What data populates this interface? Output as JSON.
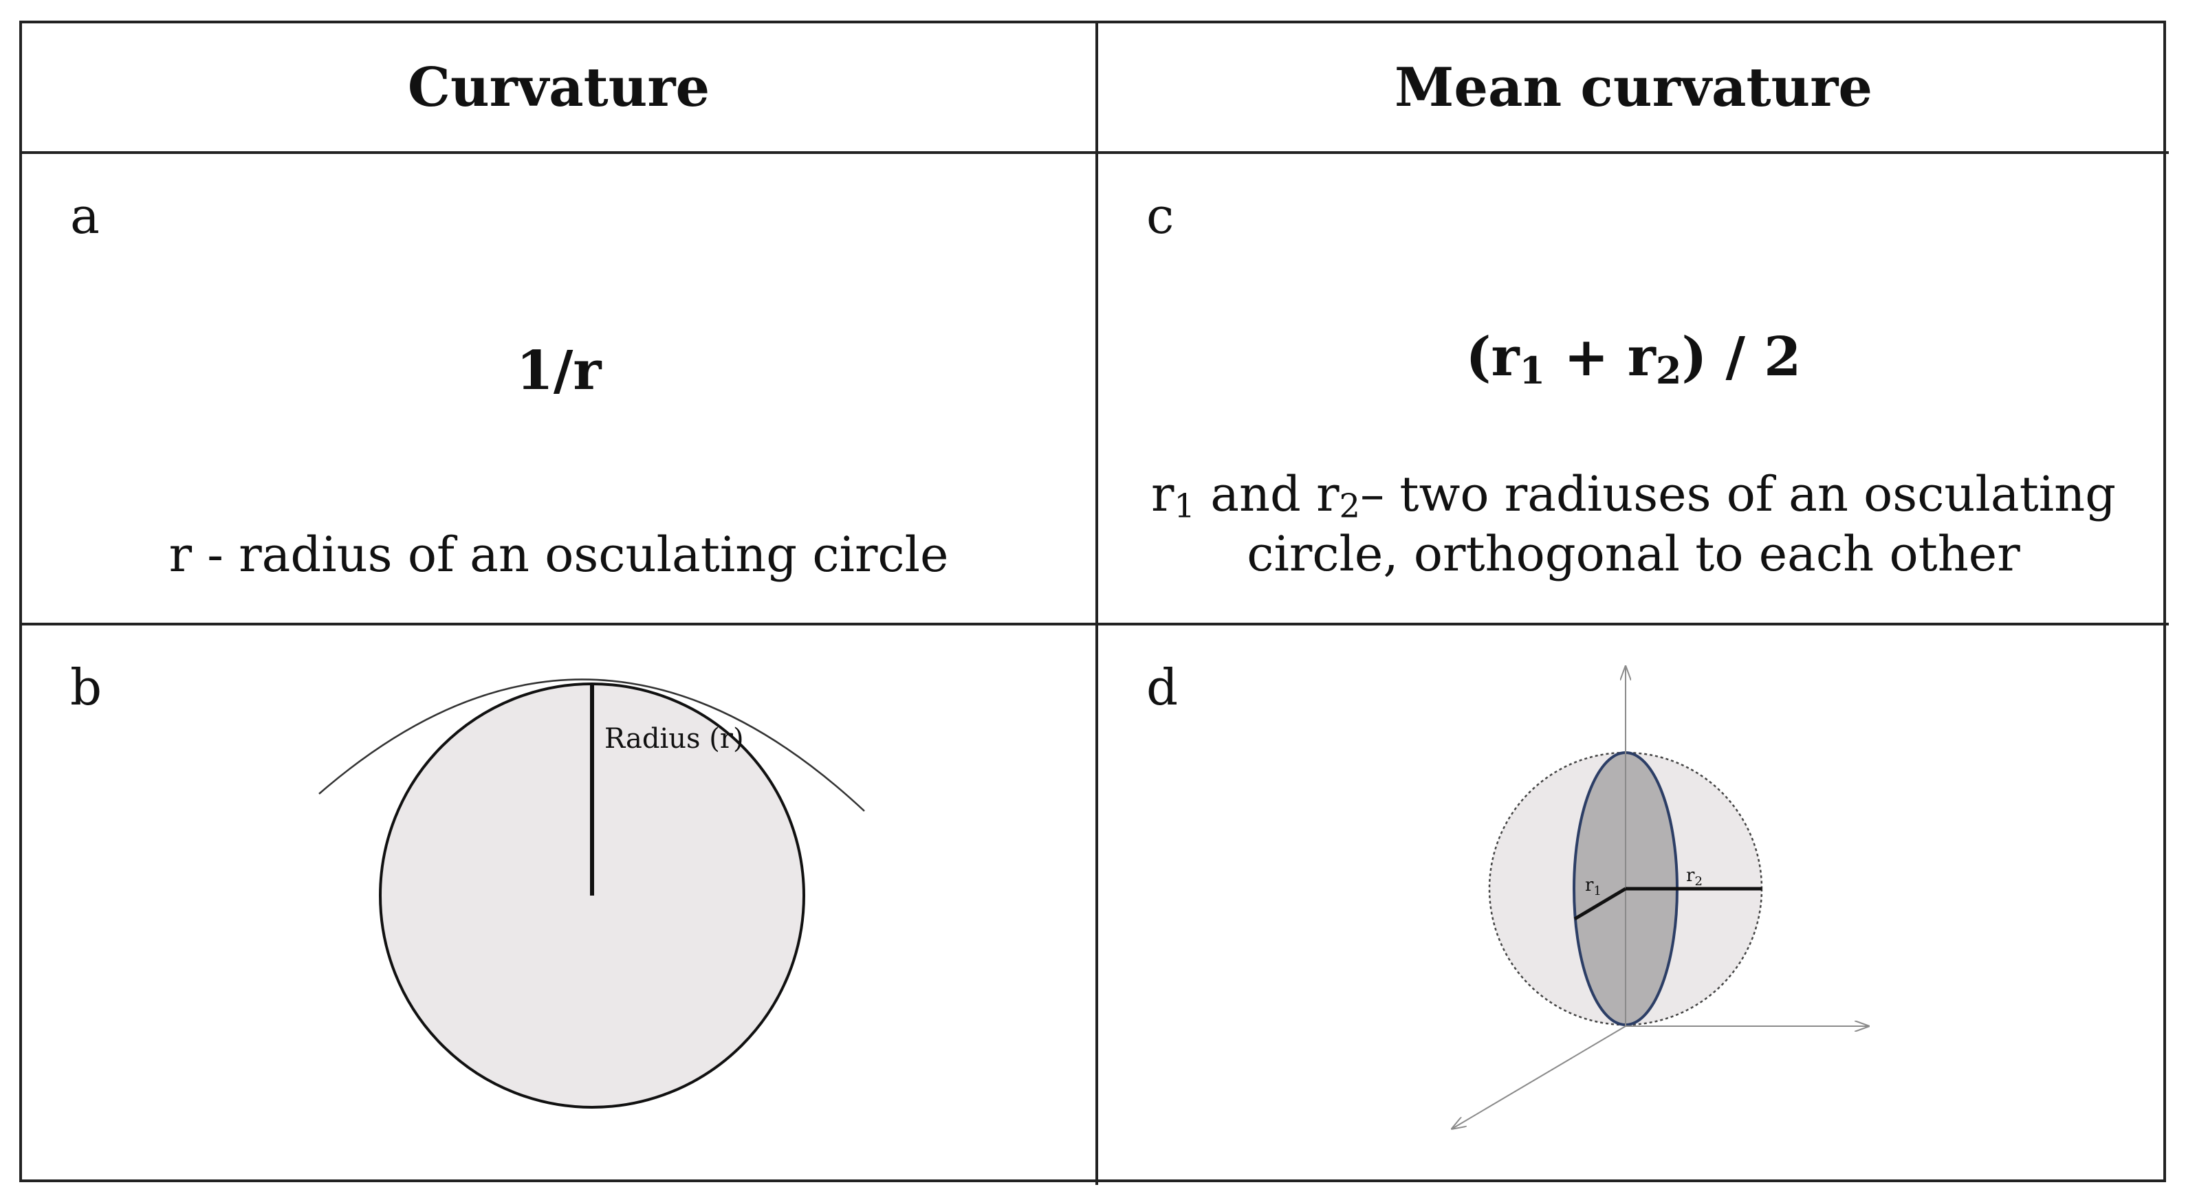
{
  "table": {
    "headers": {
      "left": "Curvature",
      "right": "Mean curvature"
    },
    "panel_a": {
      "letter": "a",
      "formula": "1/r",
      "description": "r - radius of an osculating circle"
    },
    "panel_b": {
      "letter": "b",
      "radius_label": "Radius (r)"
    },
    "panel_c": {
      "letter": "c",
      "formula_open": "(r",
      "formula_sub1": "1",
      "formula_plus": " + r",
      "formula_sub2": "2",
      "formula_close": ") / 2",
      "desc_r": "r",
      "desc_sub1": "1",
      "desc_and": " and r",
      "desc_sub2": "2",
      "desc_rest_line1": "– two radiuses of an osculating",
      "desc_line2": "circle, orthogonal to each other"
    },
    "panel_d": {
      "letter": "d",
      "r1_label_base": "r",
      "r1_label_sub": "1",
      "r2_label_base": "r",
      "r2_label_sub": "2"
    }
  },
  "colors": {
    "border": "#222222",
    "circle_fill": "#ebe8e9",
    "ellipse_fill": "#b3b1b2",
    "ellipse_stroke": "#2c3e66",
    "axis": "#8a8a8a"
  }
}
